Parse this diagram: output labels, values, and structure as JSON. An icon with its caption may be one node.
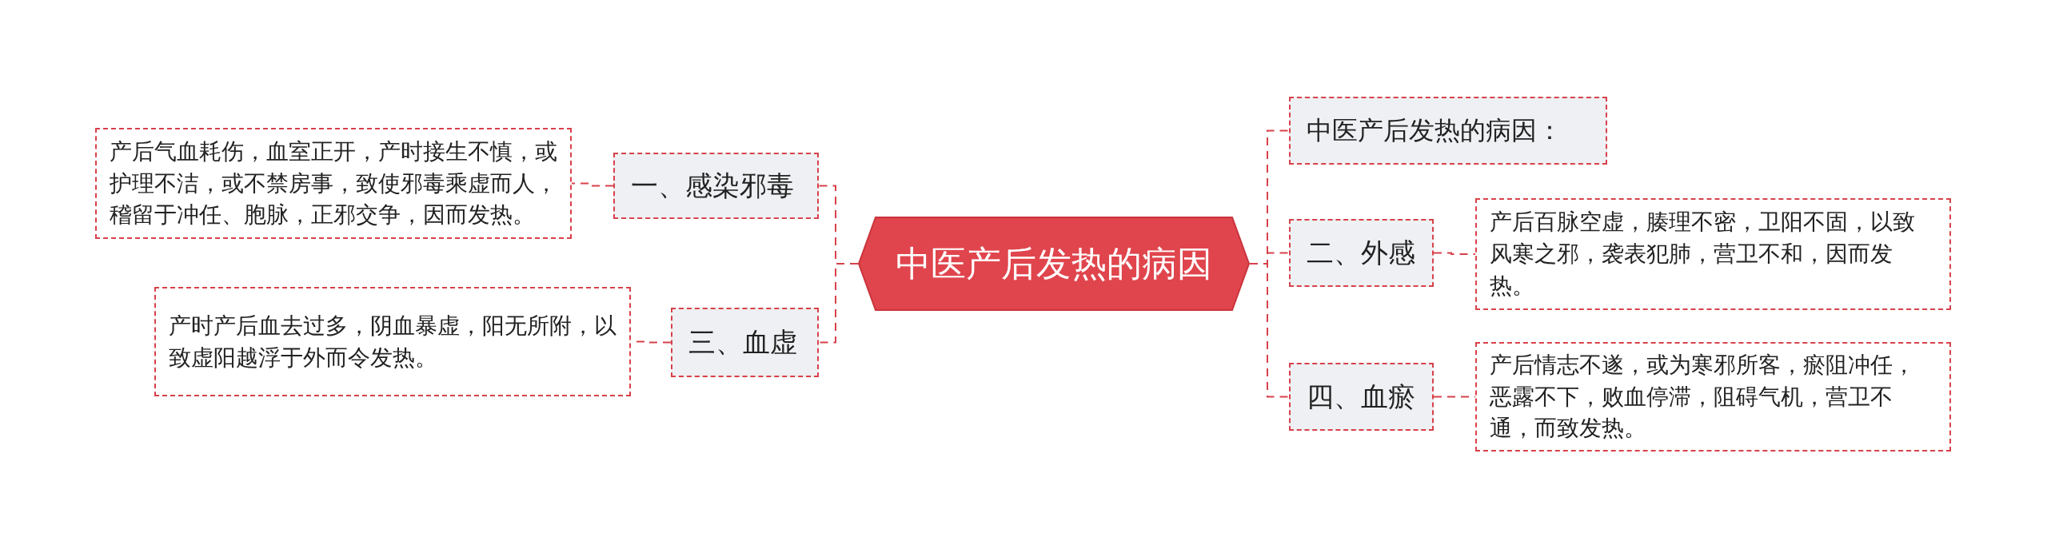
{
  "diagram": {
    "nodes": [
      {
        "text": [
          "中医产后发热的病因"
        ]
      },
      {
        "text": [
          "一、感染邪毒"
        ]
      },
      {
        "text": [
          "产后气血耗伤，血室正开，产时接生不慎，或护理不洁，或不禁房事，致使邪毒乘虚而人，稽留于冲任、胞脉，正邪交争，因而发热。"
        ]
      },
      {
        "text": [
          "三、血虚"
        ]
      },
      {
        "text": [
          "产时产后血去过多，阴血暴虚，阳无所附，以致虚阳越浮于外而令发热。"
        ]
      },
      {
        "text": [
          "中医产后发热的病因："
        ]
      },
      {
        "text": [
          "二、外感"
        ]
      },
      {
        "text": [
          "产后百脉空虚，腠理不密，卫阳不固，以致风寒之邪，袭表犯肺，营卫不和，因而发热。"
        ]
      },
      {
        "text": [
          "四、血瘀"
        ]
      },
      {
        "text": [
          "产后情志不遂，或为寒邪所客，瘀阻冲任，恶露不下，败血停滞，阻碍气机，营卫不通，而致发热。"
        ]
      }
    ],
    "edges": [
      {
        "from": 0,
        "to": 1,
        "arrow": "none",
        "style": "dashed"
      },
      {
        "from": 1,
        "to": 2,
        "arrow": "none",
        "style": "dashed"
      },
      {
        "from": 0,
        "to": 3,
        "arrow": "none",
        "style": "dashed"
      },
      {
        "from": 3,
        "to": 4,
        "arrow": "none",
        "style": "dashed"
      },
      {
        "from": 0,
        "to": 5,
        "arrow": "none",
        "style": "dashed"
      },
      {
        "from": 0,
        "to": 6,
        "arrow": "none",
        "style": "dashed"
      },
      {
        "from": 6,
        "to": 7,
        "arrow": "none",
        "style": "dashed"
      },
      {
        "from": 0,
        "to": 8,
        "arrow": "none",
        "style": "dashed"
      },
      {
        "from": 8,
        "to": 9,
        "arrow": "none",
        "style": "dashed"
      }
    ]
  }
}
